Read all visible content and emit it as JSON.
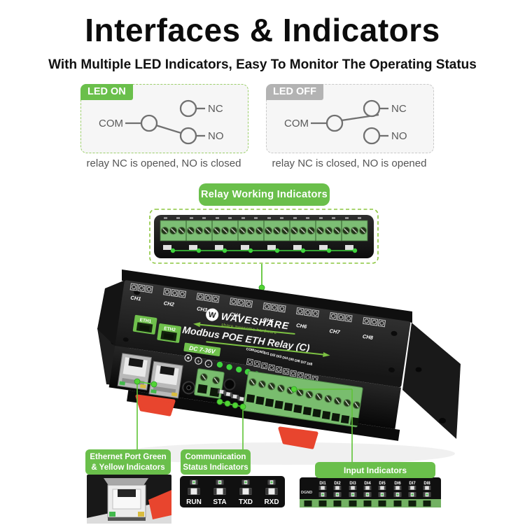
{
  "colors": {
    "green": "#6abf4b",
    "silk_green": "#7ac143",
    "led_green": "#3ed43c",
    "badge_gray": "#b3b3b3",
    "clip_red": "#e8452e"
  },
  "header": {
    "title": "Interfaces & Indicators",
    "subtitle": "With Multiple LED Indicators, Easy To Monitor The Operating Status"
  },
  "led_on": {
    "badge": "LED ON",
    "com": "COM",
    "nc": "NC",
    "no": "NO",
    "caption": "relay NC is opened, NO is closed"
  },
  "led_off": {
    "badge": "LED OFF",
    "com": "COM",
    "nc": "NC",
    "no": "NO",
    "caption": "relay NC is closed, NO is opened"
  },
  "relay_callout": {
    "label": "Relay Working Indicators"
  },
  "device": {
    "logo_letter": "W",
    "brand": "WAVESHARE",
    "tagline": "share awesome hardware",
    "model": "Modbus POE ETH Relay (C)",
    "channels": [
      "CH1",
      "CH2",
      "CH3",
      "CH4",
      "CH5",
      "CH6",
      "CH7",
      "CH8"
    ],
    "eth_ports": [
      "ETH1",
      "ETH2"
    ],
    "power_label": "DC 7-36V",
    "polarity_plus": "+",
    "polarity_minus": "-",
    "io_pins": [
      "COM",
      "DGND",
      "DI1",
      "DI2",
      "DI3",
      "DI4",
      "DI5",
      "DI6",
      "DI7",
      "DI8"
    ]
  },
  "callouts": {
    "ethernet": {
      "line1": "Ethernet Port Green",
      "line2": "& Yellow Indicators"
    },
    "communication": {
      "line1": "Communication",
      "line2": "Status Indicators",
      "leds": [
        "RUN",
        "STA",
        "TXD",
        "RXD"
      ]
    },
    "input": {
      "label": "Input Indicators",
      "gnd": "DGND",
      "channels": [
        "DI1",
        "DI2",
        "DI3",
        "DI4",
        "DI5",
        "DI6",
        "DI7",
        "DI8"
      ]
    }
  }
}
